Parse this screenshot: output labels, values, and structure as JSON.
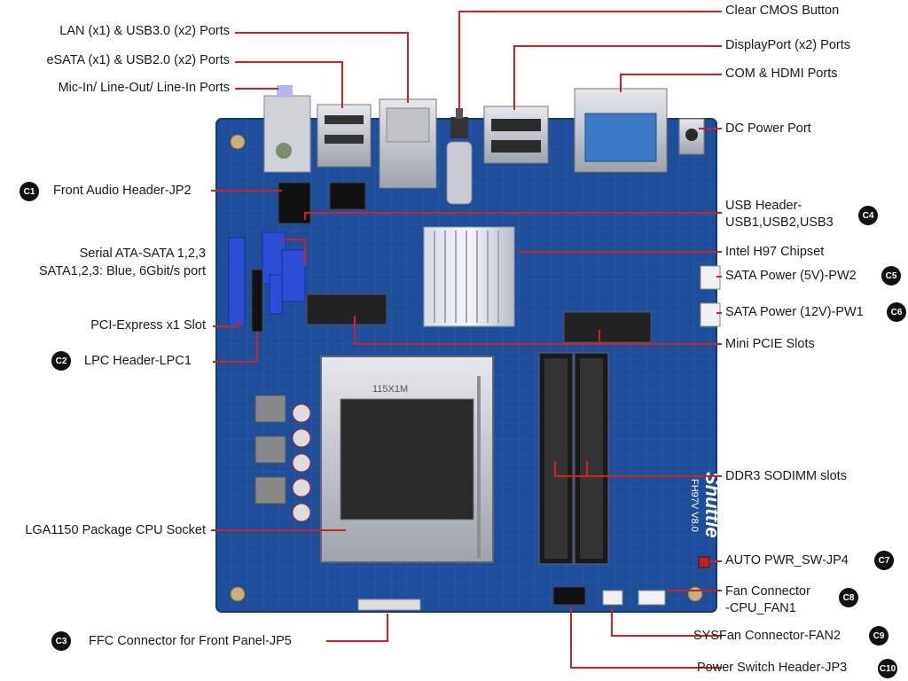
{
  "labels": {
    "lan_usb3": "LAN (x1) & USB3.0 (x2) Ports",
    "esata_usb2": "eSATA (x1) & USB2.0 (x2) Ports",
    "audio_ports": "Mic-In/ Line-Out/ Line-In Ports",
    "front_audio": "Front Audio Header-JP2",
    "sata_line1": "Serial ATA-SATA 1,2,3",
    "sata_line2": "SATA1,2,3: Blue, 6Gbit/s port",
    "pcie_x1": "PCI-Express x1 Slot",
    "lpc": "LPC Header-LPC1",
    "cpu_socket": "LGA1150 Package CPU Socket",
    "ffc": "FFC Connector for Front Panel-JP5",
    "clear_cmos": "Clear CMOS Button",
    "displayport": "DisplayPort (x2) Ports",
    "com_hdmi": "COM & HDMI Ports",
    "dc_power": "DC Power Port",
    "usb_header_line1": "USB Header-",
    "usb_header_line2": "USB1,USB2,USB3",
    "chipset": "Intel H97 Chipset",
    "sata_pw2": "SATA Power (5V)-PW2",
    "sata_pw1": "SATA Power (12V)-PW1",
    "mini_pcie": "Mini PCIE Slots",
    "ddr3": "DDR3 SODIMM slots",
    "auto_pwr": "AUTO PWR_SW-JP4",
    "fan_line1": "Fan Connector",
    "fan_line2": "-CPU_FAN1",
    "sysfan": "SYSFan Connector-FAN2",
    "power_switch": "Power Switch Header-JP3"
  },
  "badges": {
    "c1": "C1",
    "c2": "C2",
    "c3": "C3",
    "c4": "C4",
    "c5": "C5",
    "c6": "C6",
    "c7": "C7",
    "c8": "C8",
    "c9": "C9",
    "c10": "C10"
  },
  "board": {
    "brand": "Shuttle",
    "model": "FH97V V8.0",
    "socket_text": "115X1M",
    "colors": {
      "pcb": "#1f4f9c",
      "leader": "#d42020",
      "sata_blue": "#2a4fd6"
    }
  }
}
